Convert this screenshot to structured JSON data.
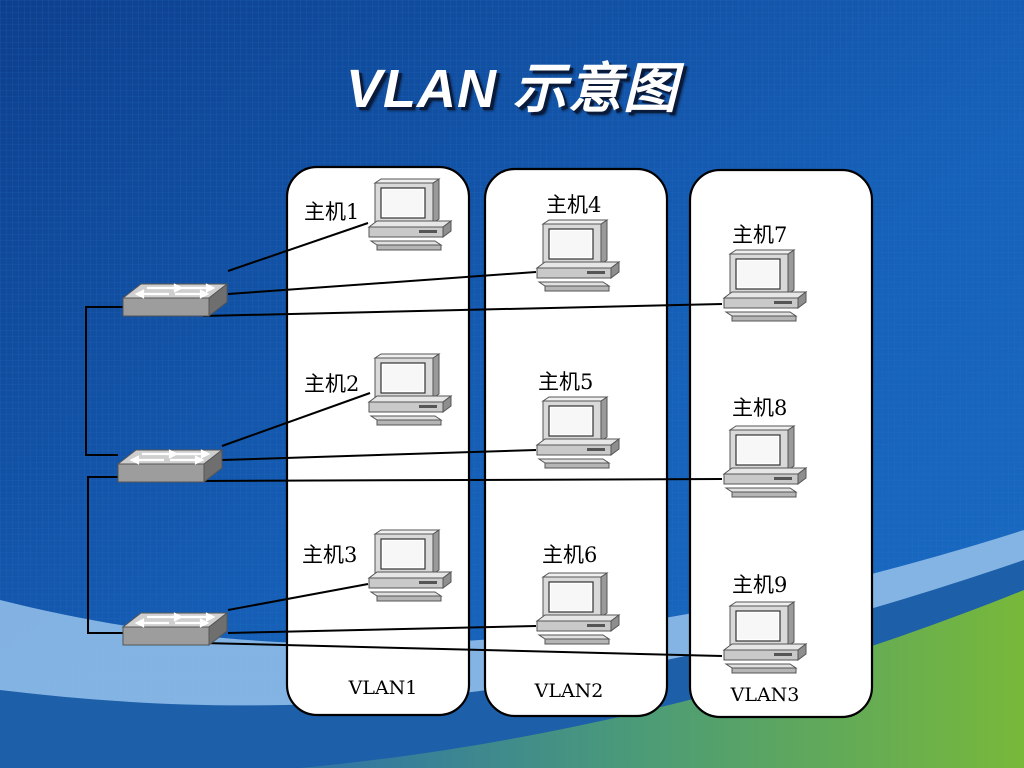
{
  "title": "VLAN 示意图",
  "colors": {
    "background": "#1556a8",
    "panel": "#ffffff",
    "link": "#000000",
    "wave_light": "#8fbde8",
    "wave_green": "#6db13a"
  },
  "vlans": [
    {
      "label": "VLAN1"
    },
    {
      "label": "VLAN2"
    },
    {
      "label": "VLAN3"
    }
  ],
  "hosts": [
    {
      "label": "主机1",
      "vlan": 0,
      "switch": 0
    },
    {
      "label": "主机2",
      "vlan": 0,
      "switch": 1
    },
    {
      "label": "主机3",
      "vlan": 0,
      "switch": 2
    },
    {
      "label": "主机4",
      "vlan": 1,
      "switch": 0
    },
    {
      "label": "主机5",
      "vlan": 1,
      "switch": 1
    },
    {
      "label": "主机6",
      "vlan": 1,
      "switch": 2
    },
    {
      "label": "主机7",
      "vlan": 2,
      "switch": 0
    },
    {
      "label": "主机8",
      "vlan": 2,
      "switch": 1
    },
    {
      "label": "主机9",
      "vlan": 2,
      "switch": 2
    }
  ],
  "switches": [
    {
      "icon": "switch-icon"
    },
    {
      "icon": "switch-icon"
    },
    {
      "icon": "switch-icon"
    }
  ],
  "icons": {
    "host": "computer-icon",
    "switch": "switch-icon"
  }
}
